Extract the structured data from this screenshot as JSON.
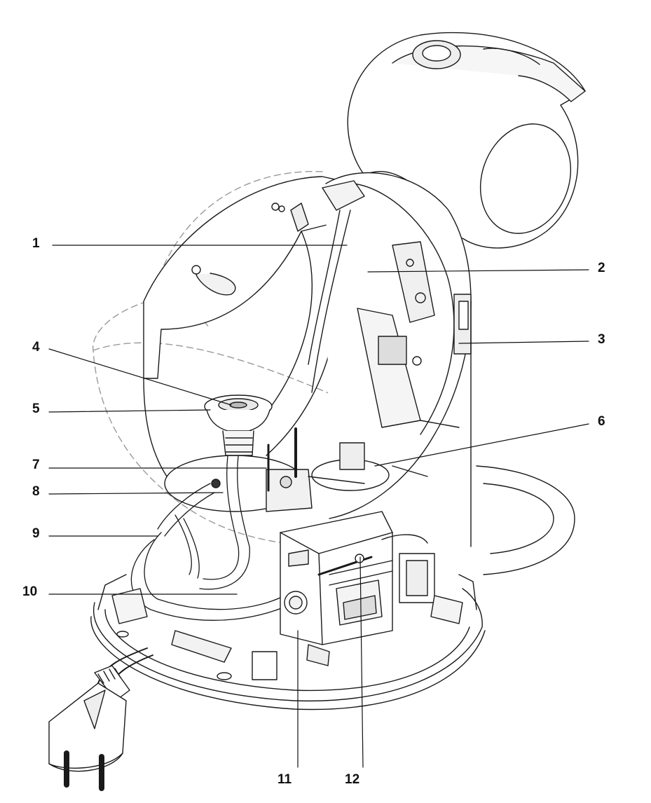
{
  "diagram": {
    "subject": "coffee machine internal exploded view",
    "colors": {
      "line": "#1a1a1a",
      "ghost": "#9a9a9a",
      "fill": "#ffffff",
      "shade": "#f2f2f2"
    },
    "callouts": [
      {
        "id": "1",
        "label": "1"
      },
      {
        "id": "2",
        "label": "2"
      },
      {
        "id": "3",
        "label": "3"
      },
      {
        "id": "4",
        "label": "4"
      },
      {
        "id": "5",
        "label": "5"
      },
      {
        "id": "6",
        "label": "6"
      },
      {
        "id": "7",
        "label": "7"
      },
      {
        "id": "8",
        "label": "8"
      },
      {
        "id": "9",
        "label": "9"
      },
      {
        "id": "10",
        "label": "10"
      },
      {
        "id": "11",
        "label": "11"
      },
      {
        "id": "12",
        "label": "12"
      }
    ]
  }
}
